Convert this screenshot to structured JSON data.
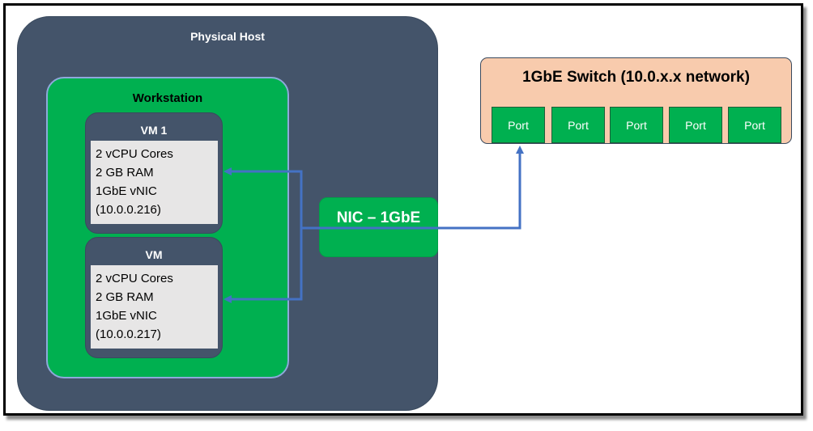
{
  "diagram": {
    "host": {
      "title": "Physical Host"
    },
    "workstation": {
      "title": "Workstation"
    },
    "vms": [
      {
        "title": "VM 1",
        "lines": [
          "2 vCPU Cores",
          "2 GB RAM",
          "1GbE vNIC",
          "(10.0.0.216)"
        ]
      },
      {
        "title": "VM",
        "lines": [
          "2 vCPU Cores",
          "2 GB RAM",
          "1GbE vNIC",
          "(10.0.0.217)"
        ]
      }
    ],
    "nic": {
      "label": "NIC – 1GbE"
    },
    "switch": {
      "title": "1GbE Switch (10.0.x.x network)",
      "ports": [
        "Port",
        "Port",
        "Port",
        "Port",
        "Port"
      ]
    },
    "colors": {
      "host": "#44546a",
      "workstation": "#00b050",
      "switch": "#f8cbad",
      "connector": "#4472c4"
    }
  }
}
